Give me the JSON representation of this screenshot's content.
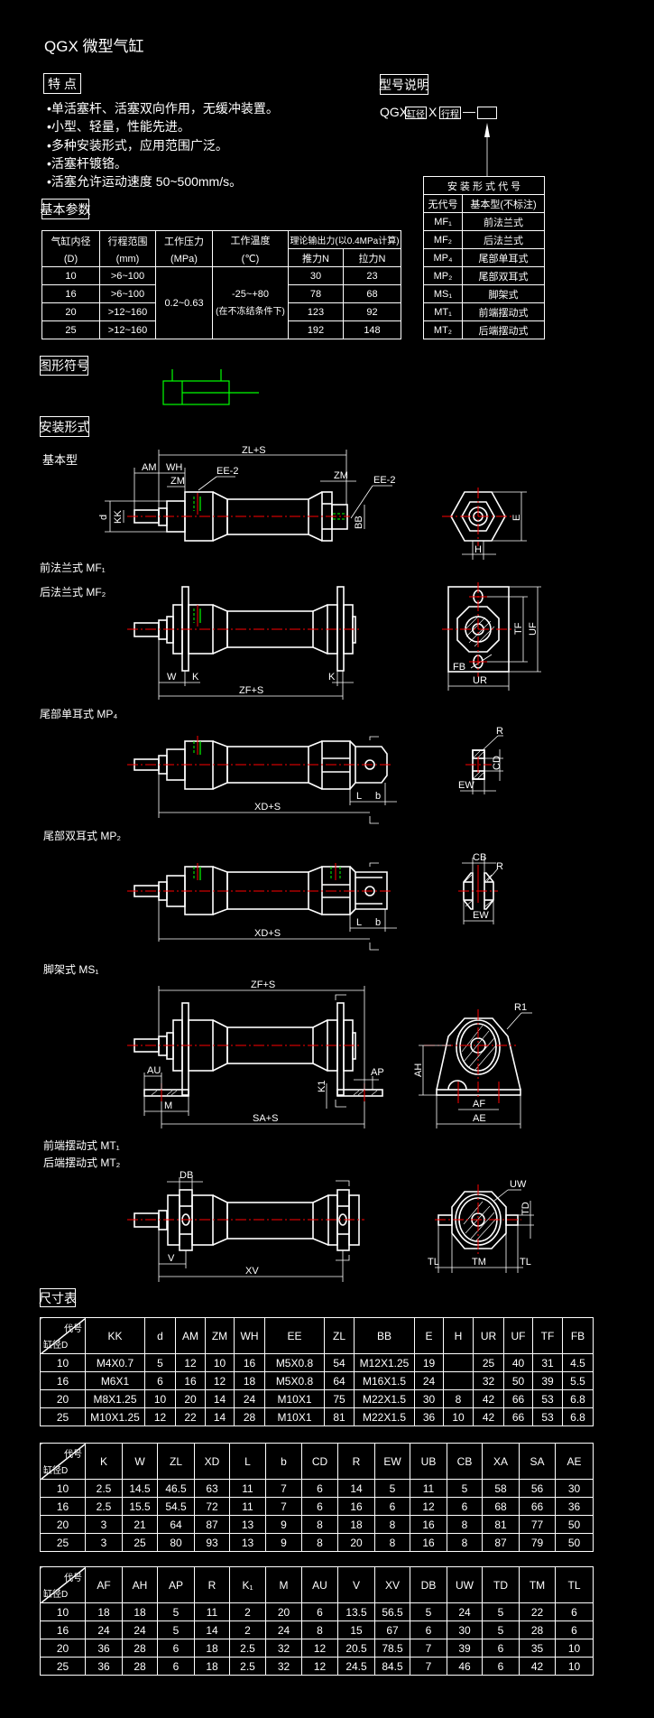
{
  "title": "QGX 微型气缸",
  "features": {
    "heading": "特  点",
    "items": [
      "•单活塞杆、活塞双向作用，无缓冲装置。",
      "•小型、轻量，性能先进。",
      "•多种安装形式，应用范围广泛。",
      "•活塞杆镀铬。",
      "•活塞允许运动速度 50~500mm/s。"
    ]
  },
  "model": {
    "heading": "型号说明",
    "prefix": "QGX",
    "bore_label": "缸径",
    "sep": "X",
    "stroke_label": "行程",
    "dash": "—"
  },
  "mount_codes": {
    "header": "安 装 形 式 代 号",
    "rows": [
      [
        "无代号",
        "基本型(不标注)"
      ],
      [
        "MF₁",
        "前法兰式"
      ],
      [
        "MF₂",
        "后法兰式"
      ],
      [
        "MP₄",
        "尾部单耳式"
      ],
      [
        "MP₂",
        "尾部双耳式"
      ],
      [
        "MS₁",
        "脚架式"
      ],
      [
        "MT₁",
        "前端摆动式"
      ],
      [
        "MT₂",
        "后端摆动式"
      ]
    ]
  },
  "params": {
    "heading": "基本参数",
    "headers": {
      "bore": "气缸内径",
      "bore_unit": "(D)",
      "stroke": "行程范围",
      "stroke_unit": "(mm)",
      "pressure": "工作压力",
      "pressure_unit": "(MPa)",
      "temp": "工作温度",
      "temp_unit": "(℃)",
      "force": "理论输出力(以0.4MPa计算)",
      "push": "推力N",
      "pull": "拉力N"
    },
    "pressure_value": "0.2~0.63",
    "temp_value": "-25~+80",
    "temp_note": "(在不冻结条件下)",
    "rows": [
      {
        "bore": "10",
        "stroke": ">6~100",
        "push": "30",
        "pull": "23"
      },
      {
        "bore": "16",
        "stroke": ">6~100",
        "push": "78",
        "pull": "68"
      },
      {
        "bore": "20",
        "stroke": ">12~160",
        "push": "123",
        "pull": "92"
      },
      {
        "bore": "25",
        "stroke": ">12~160",
        "push": "192",
        "pull": "148"
      }
    ]
  },
  "symbol_heading": "图形符号",
  "mount_heading": "安装形式",
  "views": {
    "basic": "基本型",
    "mf1": "前法兰式 MF₁",
    "mf2": "后法兰式 MF₂",
    "mp4": "尾部单耳式 MP₄",
    "mp2": "尾部双耳式 MP₂",
    "ms1": "脚架式 MS₁",
    "mt1": "前端摆动式 MT₁",
    "mt2": "后端摆动式 MT₂"
  },
  "dims": {
    "zls": "ZL+S",
    "am": "AM",
    "wh": "WH",
    "zm": "ZM",
    "ee": "EE-2",
    "bb": "BB",
    "d": "d",
    "kk": "KK",
    "e": "E",
    "h": "H",
    "w": "W",
    "k": "K",
    "zfs": "ZF+S",
    "tf": "TF",
    "uf": "UF",
    "ur": "UR",
    "fb": "FB",
    "xds": "XD+S",
    "l": "L",
    "b": "b",
    "r": "R",
    "cd": "CD",
    "ew": "EW",
    "cb": "CB",
    "au": "AU",
    "ap": "AP",
    "k1": "K1",
    "m": "M",
    "sas": "SA+S",
    "ah": "AH",
    "af": "AF",
    "ae": "AE",
    "r1": "R1",
    "db": "DB",
    "v": "V",
    "xv": "XV",
    "uw": "UW",
    "td": "TD",
    "tm": "TM",
    "tl": "TL"
  },
  "dimension_table": {
    "heading": "尺寸表",
    "corner_top": "代号",
    "corner_bottom": "缸径D",
    "tables": [
      {
        "columns": [
          "KK",
          "d",
          "AM",
          "ZM",
          "WH",
          "EE",
          "ZL",
          "BB",
          "E",
          "H",
          "UR",
          "UF",
          "TF",
          "FB"
        ],
        "rows": [
          [
            "10",
            "M4X0.7",
            "5",
            "12",
            "10",
            "16",
            "M5X0.8",
            "54",
            "M12X1.25",
            "19",
            "",
            "25",
            "40",
            "31",
            "4.5"
          ],
          [
            "16",
            "M6X1",
            "6",
            "16",
            "12",
            "18",
            "M5X0.8",
            "64",
            "M16X1.5",
            "24",
            "",
            "32",
            "50",
            "39",
            "5.5"
          ],
          [
            "20",
            "M8X1.25",
            "10",
            "20",
            "14",
            "24",
            "M10X1",
            "75",
            "M22X1.5",
            "30",
            "8",
            "42",
            "66",
            "53",
            "6.8"
          ],
          [
            "25",
            "M10X1.25",
            "12",
            "22",
            "14",
            "28",
            "M10X1",
            "81",
            "M22X1.5",
            "36",
            "10",
            "42",
            "66",
            "53",
            "6.8"
          ]
        ]
      },
      {
        "columns": [
          "K",
          "W",
          "ZL",
          "XD",
          "L",
          "b",
          "CD",
          "R",
          "EW",
          "UB",
          "CB",
          "XA",
          "SA",
          "AE"
        ],
        "rows": [
          [
            "10",
            "2.5",
            "14.5",
            "46.5",
            "63",
            "11",
            "7",
            "6",
            "14",
            "5",
            "11",
            "5",
            "58",
            "56",
            "30"
          ],
          [
            "16",
            "2.5",
            "15.5",
            "54.5",
            "72",
            "11",
            "7",
            "6",
            "16",
            "6",
            "12",
            "6",
            "68",
            "66",
            "36"
          ],
          [
            "20",
            "3",
            "21",
            "64",
            "87",
            "13",
            "9",
            "8",
            "18",
            "8",
            "16",
            "8",
            "81",
            "77",
            "50"
          ],
          [
            "25",
            "3",
            "25",
            "80",
            "93",
            "13",
            "9",
            "8",
            "20",
            "8",
            "16",
            "8",
            "87",
            "79",
            "50"
          ]
        ]
      },
      {
        "columns": [
          "AF",
          "AH",
          "AP",
          "R",
          "K₁",
          "M",
          "AU",
          "V",
          "XV",
          "DB",
          "UW",
          "TD",
          "TM",
          "TL"
        ],
        "rows": [
          [
            "10",
            "18",
            "18",
            "5",
            "11",
            "2",
            "20",
            "6",
            "13.5",
            "56.5",
            "5",
            "24",
            "5",
            "22",
            "6"
          ],
          [
            "16",
            "24",
            "24",
            "5",
            "14",
            "2",
            "24",
            "8",
            "15",
            "67",
            "6",
            "30",
            "5",
            "28",
            "6"
          ],
          [
            "20",
            "36",
            "28",
            "6",
            "18",
            "2.5",
            "32",
            "12",
            "20.5",
            "78.5",
            "7",
            "39",
            "6",
            "35",
            "10"
          ],
          [
            "25",
            "36",
            "28",
            "6",
            "18",
            "2.5",
            "32",
            "12",
            "24.5",
            "84.5",
            "7",
            "46",
            "6",
            "42",
            "10"
          ]
        ]
      }
    ]
  },
  "colors": {
    "line": "#ffffff",
    "centerline": "#ff0000",
    "port": "#00ff00",
    "background": "#000000"
  }
}
